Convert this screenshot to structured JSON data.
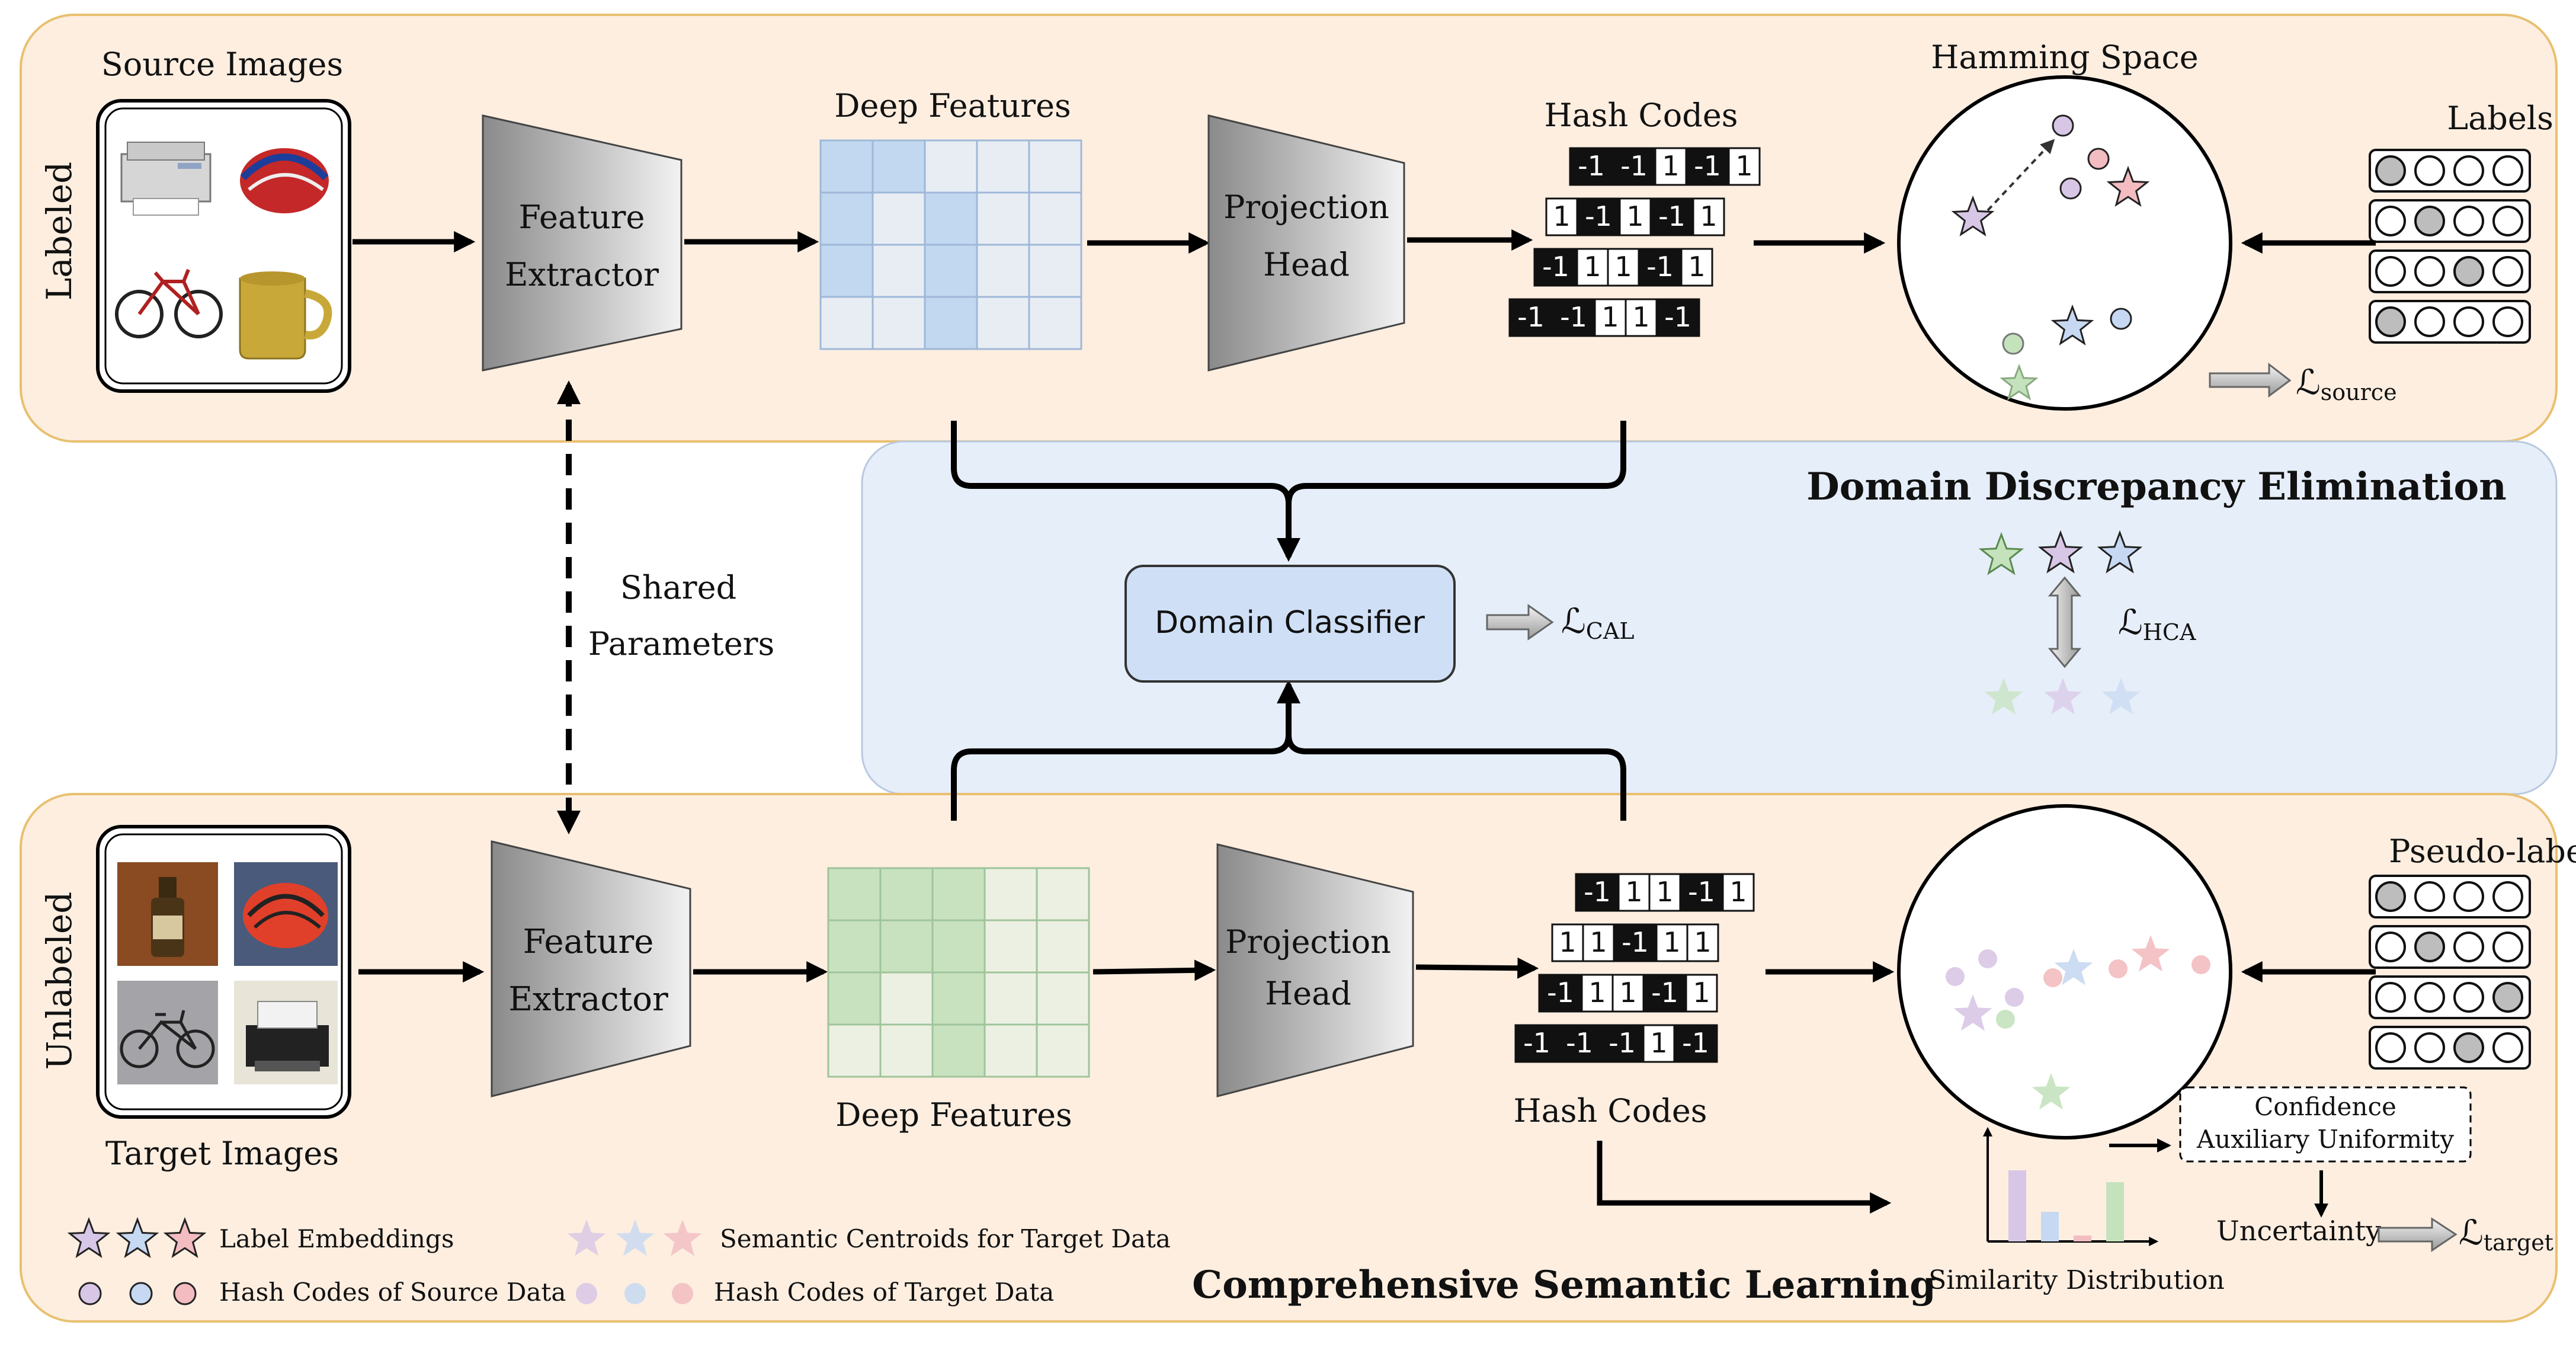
{
  "panels": {
    "top_side_label": "Labeled",
    "bottom_side_label": "Unlabeled",
    "middle_title": "Domain Discrepancy Elimination",
    "bottom_title": "Comprehensive Semantic Learning"
  },
  "source": {
    "images_label": "Source Images",
    "images": [
      "printer",
      "helmet",
      "bicycle",
      "mug"
    ],
    "extractor_lines": [
      "Feature",
      "Extractor"
    ],
    "features_label": "Deep Features",
    "projection_lines": [
      "Projection",
      "Head"
    ],
    "hash_label": "Hash Codes",
    "hash_codes": [
      [
        "-1",
        "-1",
        "1",
        "-1",
        "1"
      ],
      [
        "1",
        "-1",
        "1",
        "-1",
        "1"
      ],
      [
        "-1",
        "1",
        "1",
        "-1",
        "1"
      ],
      [
        "-1",
        "-1",
        "1",
        "1",
        "-1"
      ]
    ],
    "space_label": "Hamming Space",
    "labels_title": "Labels",
    "loss_symbol": "ℒ",
    "loss_sub": "source"
  },
  "shared": {
    "lines": [
      "Shared",
      "Parameters"
    ]
  },
  "middle": {
    "classifier_label": "Domain Classifier",
    "cal_symbol": "ℒ",
    "cal_sub": "CAL",
    "hca_symbol": "ℒ",
    "hca_sub": "HCA"
  },
  "target": {
    "images_label": "Target Images",
    "images": [
      "bottle",
      "helmet",
      "bicycle",
      "printer"
    ],
    "extractor_lines": [
      "Feature",
      "Extractor"
    ],
    "features_label": "Deep Features",
    "projection_lines": [
      "Projection",
      "Head"
    ],
    "hash_label": "Hash Codes",
    "hash_codes": [
      [
        "-1",
        "1",
        "1",
        "-1",
        "1"
      ],
      [
        "1",
        "1",
        "-1",
        "1",
        "1"
      ],
      [
        "-1",
        "1",
        "1",
        "-1",
        "1"
      ],
      [
        "-1",
        "-1",
        "-1",
        "1",
        "-1"
      ]
    ],
    "pseudo_labels_title": "Pseudo-labels",
    "confidence_lines": [
      "Confidence",
      "Auxiliary Uniformity"
    ],
    "uncertainty_label": "Uncertainty",
    "similarity_label": "Similarity Distribution",
    "loss_symbol": "ℒ",
    "loss_sub": "target"
  },
  "legend": {
    "label_embeddings": "Label Embeddings",
    "semantic_centroids": "Semantic Centroids for Target Data",
    "source_codes": "Hash Codes of Source Data",
    "target_codes": "Hash Codes of Target Data"
  },
  "colors": {
    "top_panel": "#fdeee0",
    "middle_panel": "#e6eef9",
    "bottom_panel": "#fdeee0",
    "panel_border": "#e8c070",
    "classifier_fill": "#cfe0f6",
    "source_feature": "#c2d8f0",
    "target_feature": "#c8e2c0",
    "star_purple": "#d8c6e6",
    "star_blue": "#c6d8f2",
    "star_pink": "#f2bcc0",
    "star_green": "#c4e2bc"
  }
}
